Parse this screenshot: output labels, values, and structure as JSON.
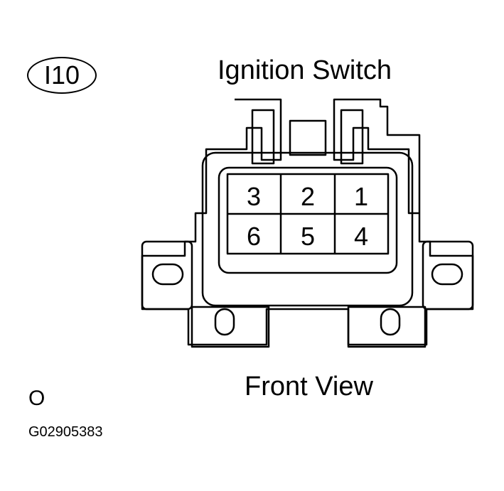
{
  "connector": {
    "id": "I10",
    "title": "Ignition Switch",
    "view": "Front View"
  },
  "pins": {
    "top_row": [
      "3",
      "2",
      "1"
    ],
    "bottom_row": [
      "6",
      "5",
      "4"
    ]
  },
  "footer": {
    "letter": "O",
    "code": "G02905383"
  }
}
